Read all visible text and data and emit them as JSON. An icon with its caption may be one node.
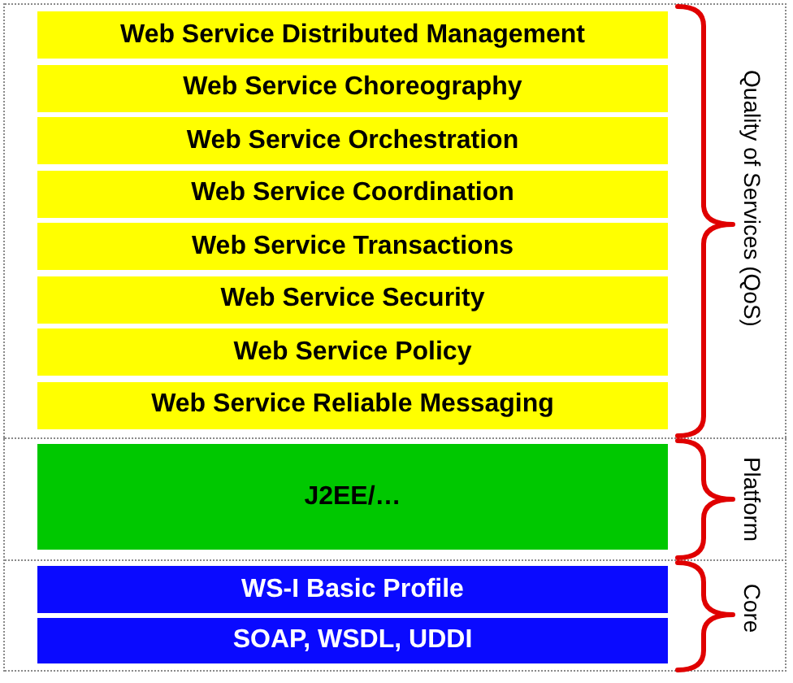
{
  "diagram": {
    "nodes": [
      {
        "text": [
          "Web Service Distributed Management"
        ]
      },
      {
        "text": [
          "Web Service Choreography"
        ]
      },
      {
        "text": [
          "Web Service Orchestration"
        ]
      },
      {
        "text": [
          "Web Service Coordination"
        ]
      },
      {
        "text": [
          "Web Service Transactions"
        ]
      },
      {
        "text": [
          "Web Service Security"
        ]
      },
      {
        "text": [
          "Web Service Policy"
        ]
      },
      {
        "text": [
          "Web Service Reliable Messaging"
        ]
      },
      {
        "text": [
          "J2EE/…"
        ]
      },
      {
        "text": [
          "WS-I Basic Profile"
        ]
      },
      {
        "text": [
          "SOAP, WSDL, UDDI"
        ]
      }
    ],
    "labels": [
      "Quality of Services (QoS)",
      "Platform",
      "Core"
    ]
  }
}
